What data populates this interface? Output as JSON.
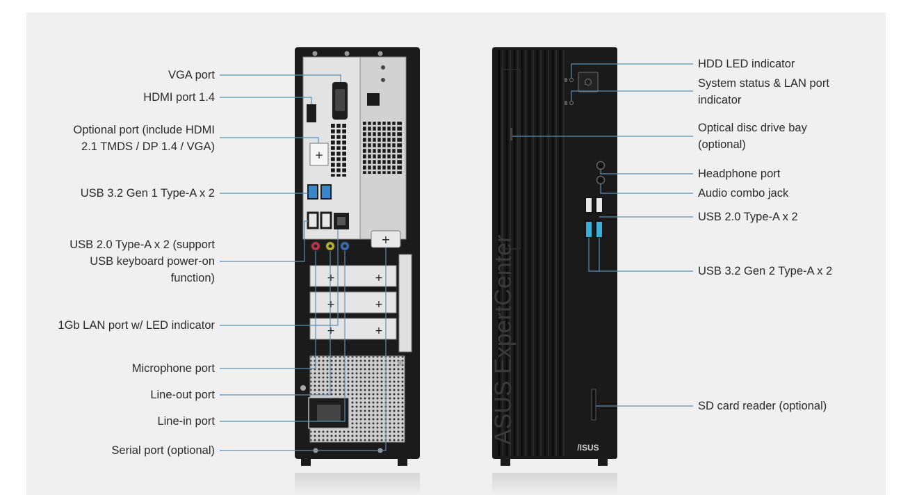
{
  "left_labels": [
    {
      "id": "vga-port",
      "text": "VGA port"
    },
    {
      "id": "hdmi-port",
      "text": "HDMI port 1.4"
    },
    {
      "id": "optional-port",
      "text": "Optional port (include HDMI\n2.1 TMDS / DP 1.4 / VGA)"
    },
    {
      "id": "usb32-gen1",
      "text": "USB 3.2 Gen 1 Type-A x 2"
    },
    {
      "id": "usb20-rear",
      "text": "USB 2.0 Type-A x 2 (support\nUSB keyboard power-on\nfunction)"
    },
    {
      "id": "lan-port",
      "text": "1Gb LAN port w/ LED indicator"
    },
    {
      "id": "microphone-port",
      "text": "Microphone port"
    },
    {
      "id": "line-out-port",
      "text": "Line-out port"
    },
    {
      "id": "line-in-port",
      "text": "Line-in port"
    },
    {
      "id": "serial-port",
      "text": "Serial port (optional)"
    }
  ],
  "right_labels": [
    {
      "id": "hdd-led",
      "text": "HDD LED indicator"
    },
    {
      "id": "system-status",
      "text": "System status & LAN port\nindicator"
    },
    {
      "id": "optical-drive",
      "text": "Optical disc drive bay\n(optional)"
    },
    {
      "id": "headphone-port",
      "text": "Headphone port"
    },
    {
      "id": "audio-combo",
      "text": "Audio combo jack"
    },
    {
      "id": "usb20-front",
      "text": "USB 2.0 Type-A x 2"
    },
    {
      "id": "usb32-gen2",
      "text": "USB 3.2 Gen 2 Type-A x 2"
    },
    {
      "id": "sd-card",
      "text": "SD card reader (optional)"
    }
  ],
  "brand_logo": "/ISUS",
  "colors": {
    "leader_line": "#5a8fb5",
    "chassis": "#1b1b1b",
    "panel": "#f0f0f0",
    "usb3": "#3a86c8",
    "mic_jack": "#c0334a",
    "lineout_jack": "#b8b030",
    "linein_jack": "#3a6bb0"
  }
}
